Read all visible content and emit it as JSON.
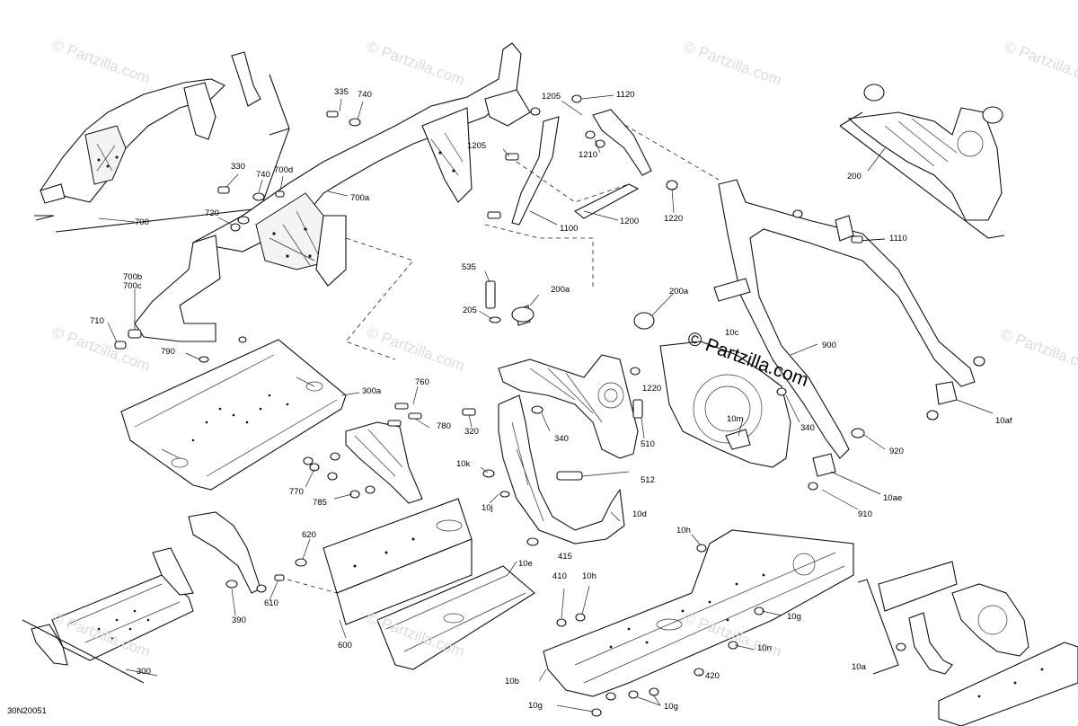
{
  "diagram": {
    "reference_code": "30N20051",
    "brand_stamp": "© Partzilla.com",
    "watermark_text": "© Partzilla.com",
    "callouts": [
      "700",
      "335",
      "740",
      "330",
      "740",
      "700d",
      "700a",
      "720",
      "700b",
      "700c",
      "710",
      "790",
      "1205",
      "1120",
      "1205",
      "1210",
      "1100",
      "1200",
      "1220",
      "200",
      "1110",
      "535",
      "200a",
      "205",
      "200a",
      "10c",
      "900",
      "300a",
      "760",
      "780",
      "320",
      "340",
      "1220",
      "510",
      "340",
      "920",
      "10af",
      "10m",
      "770",
      "785",
      "10k",
      "10j",
      "512",
      "10d",
      "10ae",
      "910",
      "620",
      "610",
      "390",
      "300",
      "600",
      "10e",
      "415",
      "10h",
      "410",
      "10h",
      "10g",
      "10n",
      "420",
      "10b",
      "10g",
      "10g",
      "10a"
    ]
  }
}
